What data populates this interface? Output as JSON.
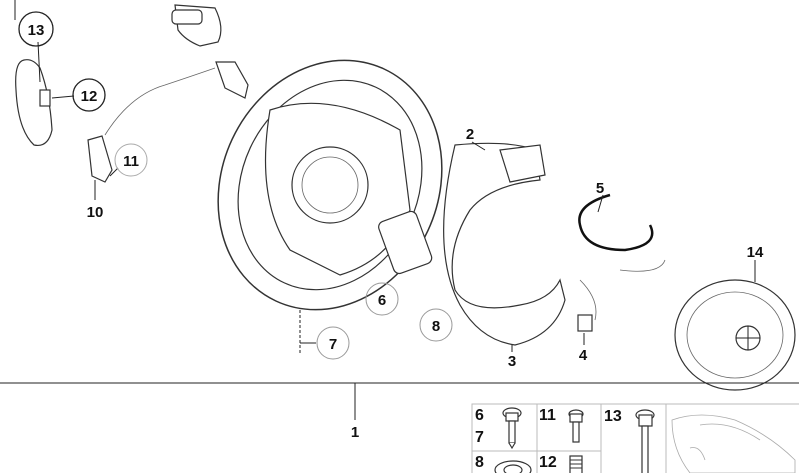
{
  "diagram": {
    "callouts": {
      "c1": "1",
      "c2": "2",
      "c3": "3",
      "c4": "4",
      "c5": "5",
      "c6": "6",
      "c7": "7",
      "c8": "8",
      "c10": "10",
      "c11": "11",
      "c12": "12",
      "c13": "13",
      "c14": "14"
    },
    "hardware_table": {
      "cells": [
        {
          "labels": [
            "6",
            "7"
          ],
          "part": "screw"
        },
        {
          "labels": [
            "11"
          ],
          "part": "screw"
        },
        {
          "labels": [
            "13"
          ],
          "part": "long-bolt"
        },
        {
          "labels": [
            "8"
          ],
          "part": "nut"
        },
        {
          "labels": [
            "12"
          ],
          "part": "spring"
        }
      ]
    }
  }
}
